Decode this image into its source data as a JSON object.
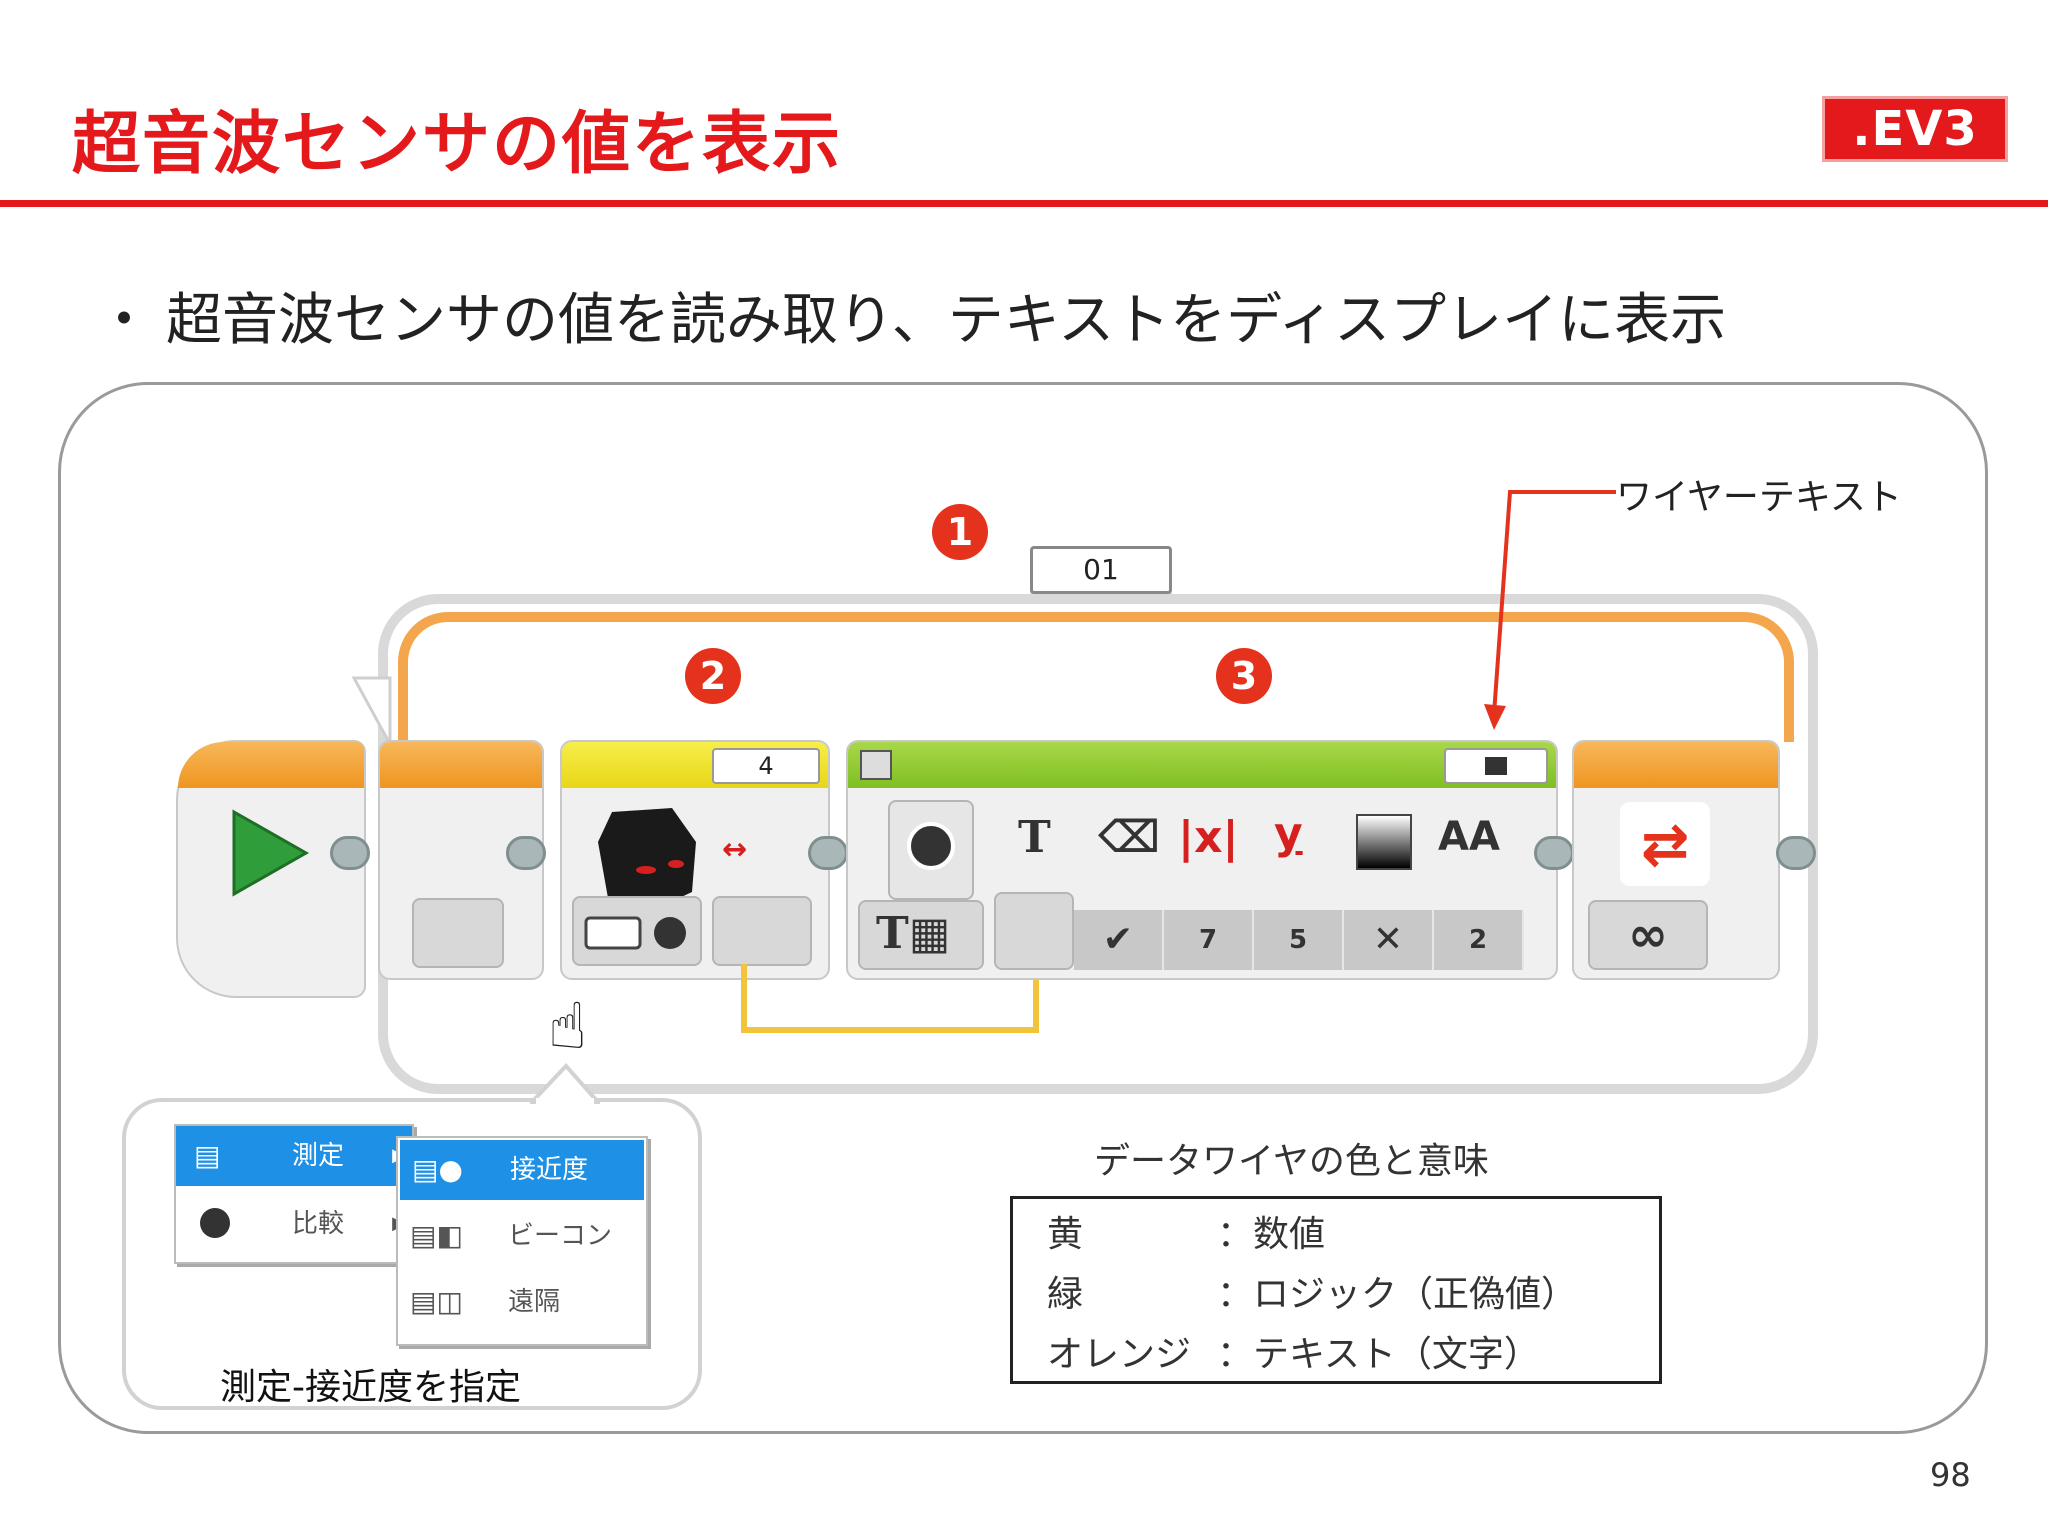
{
  "header": {
    "title": "超音波センサの値を表示",
    "logo": ".EV3"
  },
  "bullet": {
    "symbol": "・",
    "text": "超音波センサの値を読み取り、テキストをディスプレイに表示"
  },
  "diagram": {
    "loop_name": "01",
    "badges": [
      "1",
      "2",
      "3"
    ],
    "sensor_port": "4",
    "display_params": [
      "7",
      "5",
      "2"
    ],
    "loop_mode_symbol": "∞",
    "wire_text_label": "ワイヤーテキスト"
  },
  "mode_menu": {
    "items": [
      {
        "label": "測定",
        "selected": true
      },
      {
        "label": "比較",
        "selected": false
      }
    ],
    "submenu": [
      {
        "label": "接近度",
        "selected": true
      },
      {
        "label": "ビーコン",
        "selected": false
      },
      {
        "label": "遠隔",
        "selected": false
      }
    ],
    "caption": "測定-接近度を指定"
  },
  "legend": {
    "title": "データワイヤの色と意味",
    "rows": [
      {
        "key": "黄",
        "value": "：数値"
      },
      {
        "key": "緑",
        "value": "：ロジック（正偽値）"
      },
      {
        "key": "オレンジ",
        "value": "：テキスト（文字）"
      }
    ]
  },
  "page_number": "98",
  "colors": {
    "accent": "#e4191c",
    "numeric_wire": "#f2c43c",
    "text_wire": "#f3a64b",
    "logic_header": "#8cc63f"
  }
}
